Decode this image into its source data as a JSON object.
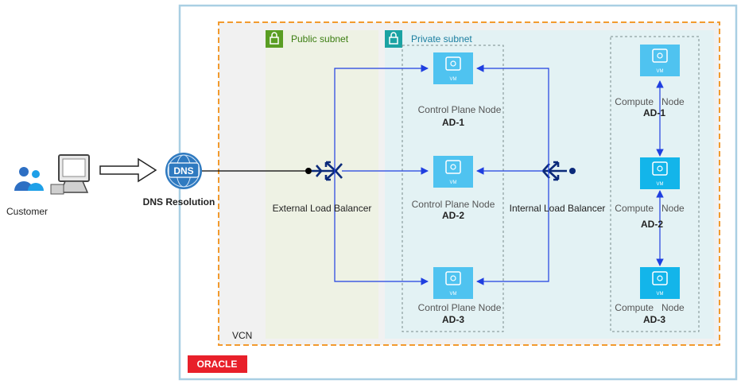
{
  "customer": {
    "label": "Customer"
  },
  "dns": {
    "icon_text": "DNS",
    "label": "DNS Resolution"
  },
  "vcn": {
    "label": "VCN"
  },
  "public_subnet": {
    "label": "Public subnet"
  },
  "private_subnet": {
    "label": "Private subnet"
  },
  "external_lb": {
    "label": "External Load Balancer"
  },
  "internal_lb": {
    "label": "Internal Load Balancer"
  },
  "vm_badge": "VM",
  "control_plane_nodes": [
    {
      "name": "Control Plane Node",
      "ad": "AD-1"
    },
    {
      "name": "Control Plane Node",
      "ad": "AD-2"
    },
    {
      "name": "Control Plane Node",
      "ad": "AD-3"
    }
  ],
  "compute_nodes": [
    {
      "name": "Compute   Node",
      "ad": "AD-1"
    },
    {
      "name": "Compute   Node",
      "ad": "AD-2"
    },
    {
      "name": "Compute   Node",
      "ad": "AD-3"
    }
  ],
  "brand": {
    "logo_text": "ORACLE",
    "color": "#e8202a"
  },
  "colors": {
    "arrow_blue": "#1f3fe0",
    "oracle_frame": "#a9cfe3",
    "dashed_orange": "#f29a2e",
    "public_green": "#5a9e23",
    "private_teal": "#1ba3a3",
    "vm_light": "#4fc3f0",
    "vm_dark": "#13b5ea",
    "dns_blue": "#2f7ac0",
    "lb_navy": "#0b2a7a"
  }
}
